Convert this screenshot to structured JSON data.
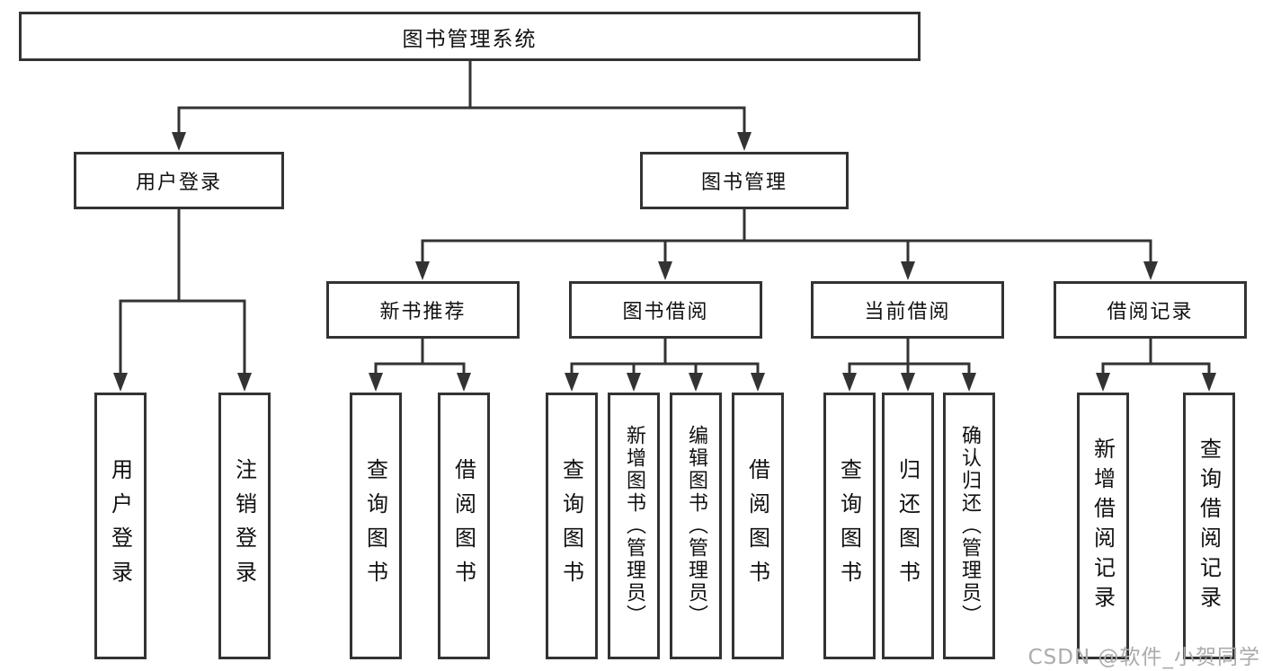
{
  "diagram": {
    "root": {
      "label": "图书管理系统"
    },
    "branches": [
      {
        "label": "用户登录",
        "children": [
          {
            "label": "用户登录"
          },
          {
            "label": "注销登录"
          }
        ]
      },
      {
        "label": "图书管理",
        "children": [
          {
            "label": "新书推荐",
            "children": [
              {
                "label": "查询图书"
              },
              {
                "label": "借阅图书"
              }
            ]
          },
          {
            "label": "图书借阅",
            "children": [
              {
                "label": "查询图书"
              },
              {
                "label": "新增图书（管理员）"
              },
              {
                "label": "编辑图书（管理员）"
              },
              {
                "label": "借阅图书"
              }
            ]
          },
          {
            "label": "当前借阅",
            "children": [
              {
                "label": "查询图书"
              },
              {
                "label": "归还图书"
              },
              {
                "label": "确认归还（管理员）"
              }
            ]
          },
          {
            "label": "借阅记录",
            "children": [
              {
                "label": "新增借阅记录"
              },
              {
                "label": "查询借阅记录"
              }
            ]
          }
        ]
      }
    ]
  },
  "watermark": {
    "text": "CSDN @软件_小贺同学",
    "color": "#ababab"
  },
  "colors": {
    "line": "#333333",
    "box_border": "#333333",
    "box_background": "#ffffff",
    "text": "#111111",
    "page_background": "#ffffff"
  }
}
